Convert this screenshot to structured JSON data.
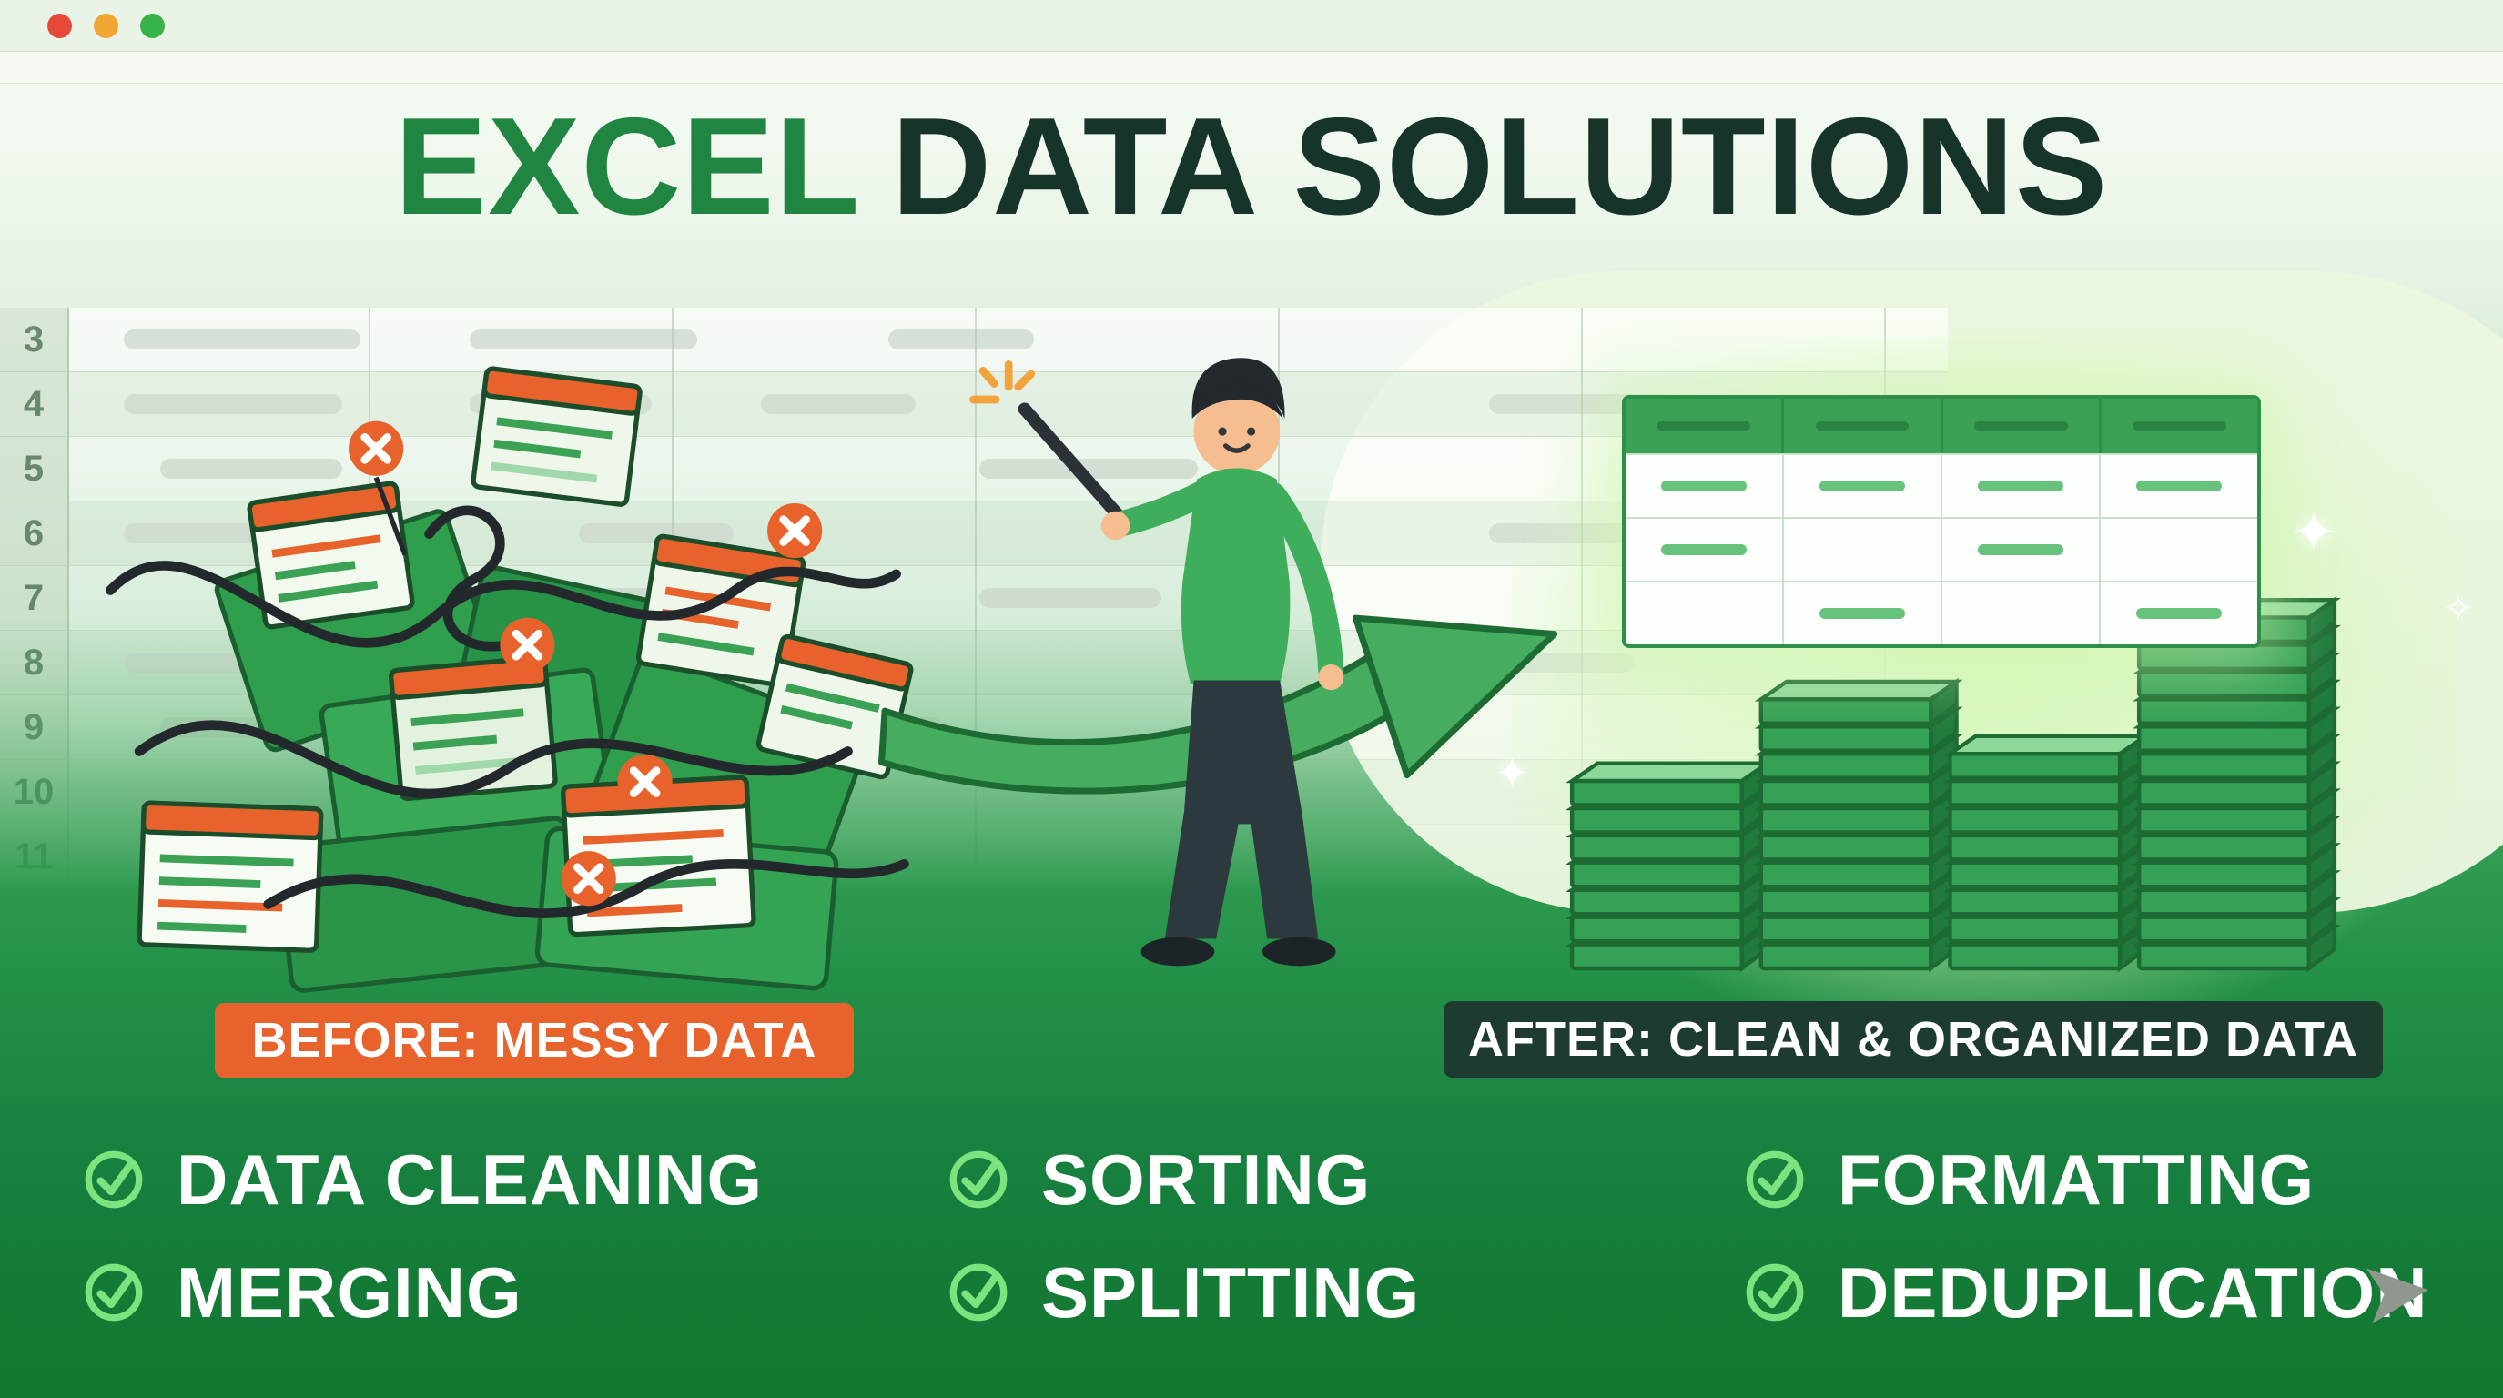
{
  "window": {
    "controls": [
      {
        "name": "close",
        "color": "#e5493a"
      },
      {
        "name": "minimize",
        "color": "#f0a631"
      },
      {
        "name": "maximize",
        "color": "#37b34a"
      }
    ]
  },
  "title": {
    "part1": "EXCEL",
    "part2": "DATA SOLUTIONS"
  },
  "spreadsheet": {
    "row_numbers": [
      "3",
      "4",
      "5",
      "6",
      "7",
      "8",
      "9",
      "10",
      "11"
    ]
  },
  "before": {
    "label": "BEFORE: MESSY DATA"
  },
  "after": {
    "label": "AFTER: CLEAN & ORGANIZED DATA"
  },
  "features": [
    {
      "label": "DATA CLEANING"
    },
    {
      "label": "MERGING"
    },
    {
      "label": "SORTING"
    },
    {
      "label": "SPLITTING"
    },
    {
      "label": "FORMATTING"
    },
    {
      "label": "DEDUPLICATION"
    }
  ],
  "icons": {
    "check": "circle-check",
    "error": "circle-x",
    "wand": "magic-wand",
    "sparkle": "✦",
    "sparkle_small": "✧",
    "cursor_arrow": "➤"
  },
  "colors": {
    "title_excel": "#1f8540",
    "title_dark": "#17342a",
    "brand_green": "#2f9e4d",
    "orange_accent": "#e8622c",
    "badge_dark": "#1d3b2e",
    "check_green": "#7de37f",
    "background_green": "#1f8a3f"
  }
}
